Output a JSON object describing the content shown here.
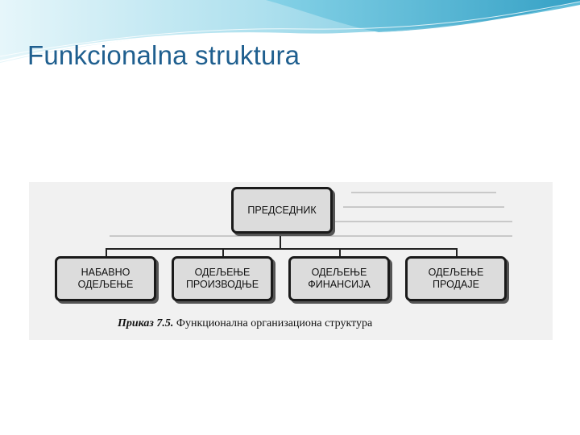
{
  "slide": {
    "title": "Funkcionalna struktura"
  },
  "diagram": {
    "root": {
      "label": "ПРЕДСЕДНИК"
    },
    "departments": [
      {
        "line1": "НАБАВНО",
        "line2": "ОДЕЉЕЊЕ"
      },
      {
        "line1": "ОДЕЉЕЊЕ",
        "line2": "ПРОИЗВОДЊЕ"
      },
      {
        "line1": "ОДЕЉЕЊЕ",
        "line2": "ФИНАНСИЈА"
      },
      {
        "line1": "ОДЕЉЕЊЕ",
        "line2": "ПРОДАЈЕ"
      }
    ],
    "caption": {
      "number": "Приказ 7.5.",
      "text": "Функционална организациона структура"
    }
  },
  "colors": {
    "title": "#1f5f8f",
    "banner_light": "#bfe7f2",
    "banner_dark": "#3aa6c9",
    "box_fill": "#dcdcdc",
    "box_border": "#1a1a1a"
  }
}
